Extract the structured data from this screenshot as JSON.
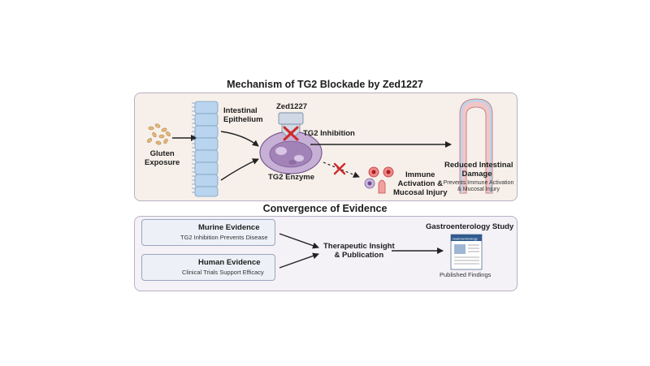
{
  "mechanism": {
    "title": "Mechanism of TG2 Blockade by Zed1227",
    "gluten_label": "Gluten\nExposure",
    "epithelium_label": "Intestinal\nEpithelium",
    "drug_label": "Zed1227",
    "inhibition_label": "TG2 Inhibition",
    "enzyme_label": "TG2 Enzyme",
    "immune_label": "Immune\nActivation &\nMucosal Injury",
    "outcome_title": "Reduced Intestinal\nDamage",
    "outcome_sub": "Prevents Immune Activation\n& Mucosal Injury"
  },
  "convergence": {
    "title": "Convergence of Evidence",
    "murine_title": "Murine Evidence",
    "murine_sub": "TG2 Inhibition Prevents Disease",
    "human_title": "Human Evidence",
    "human_sub": "Clinical Trials Support Efficacy",
    "insight_label": "Therapeutic Insight\n& Publication",
    "study_title": "Gastroenterology Study",
    "journal_name": "Gastroenterology",
    "findings_label": "Published Findings"
  },
  "colors": {
    "panel_fill": "#f7f0ea",
    "epithelium": "#b9d4ee",
    "enzyme": "#b49ac4",
    "inhibit_x": "#d02a2a",
    "villus": "#f2c6c6",
    "gluten": "#e2b77c"
  }
}
